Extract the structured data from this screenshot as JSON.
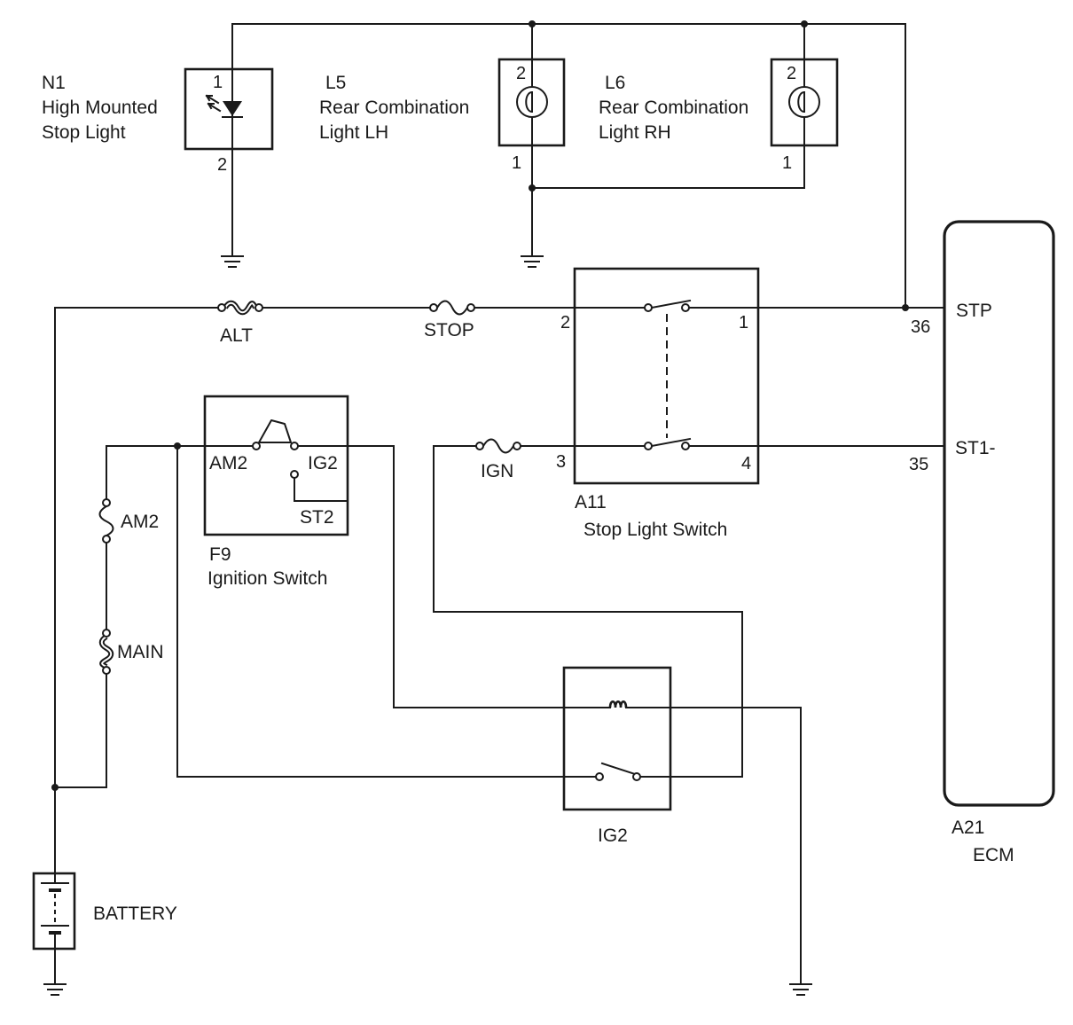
{
  "components": {
    "n1": {
      "ref": "N1",
      "name_line1": "High Mounted",
      "name_line2": "Stop Light",
      "pin_a": "1",
      "pin_b": "2"
    },
    "l5": {
      "ref": "L5",
      "name_line1": "Rear Combination",
      "name_line2": "Light LH",
      "pin_a": "2",
      "pin_b": "1"
    },
    "l6": {
      "ref": "L6",
      "name_line1": "Rear Combination",
      "name_line2": "Light RH",
      "pin_a": "2",
      "pin_b": "1"
    },
    "a11": {
      "ref": "A11",
      "name": "Stop Light Switch",
      "pin_2": "2",
      "pin_1": "1",
      "pin_3": "3",
      "pin_4": "4"
    },
    "f9": {
      "ref": "F9",
      "name": "Ignition Switch",
      "terminal_am2": "AM2",
      "terminal_ig2": "IG2",
      "terminal_st2": "ST2"
    },
    "ig2_relay": {
      "label": "IG2"
    },
    "a21": {
      "ref": "A21",
      "name": "ECM",
      "terminal_stp": "STP",
      "pin_stp": "36",
      "terminal_st1": "ST1-",
      "pin_st1": "35"
    },
    "battery": {
      "label": "BATTERY"
    }
  },
  "fuses": {
    "alt": "ALT",
    "stop": "STOP",
    "ign": "IGN",
    "am2": "AM2",
    "main": "MAIN"
  }
}
